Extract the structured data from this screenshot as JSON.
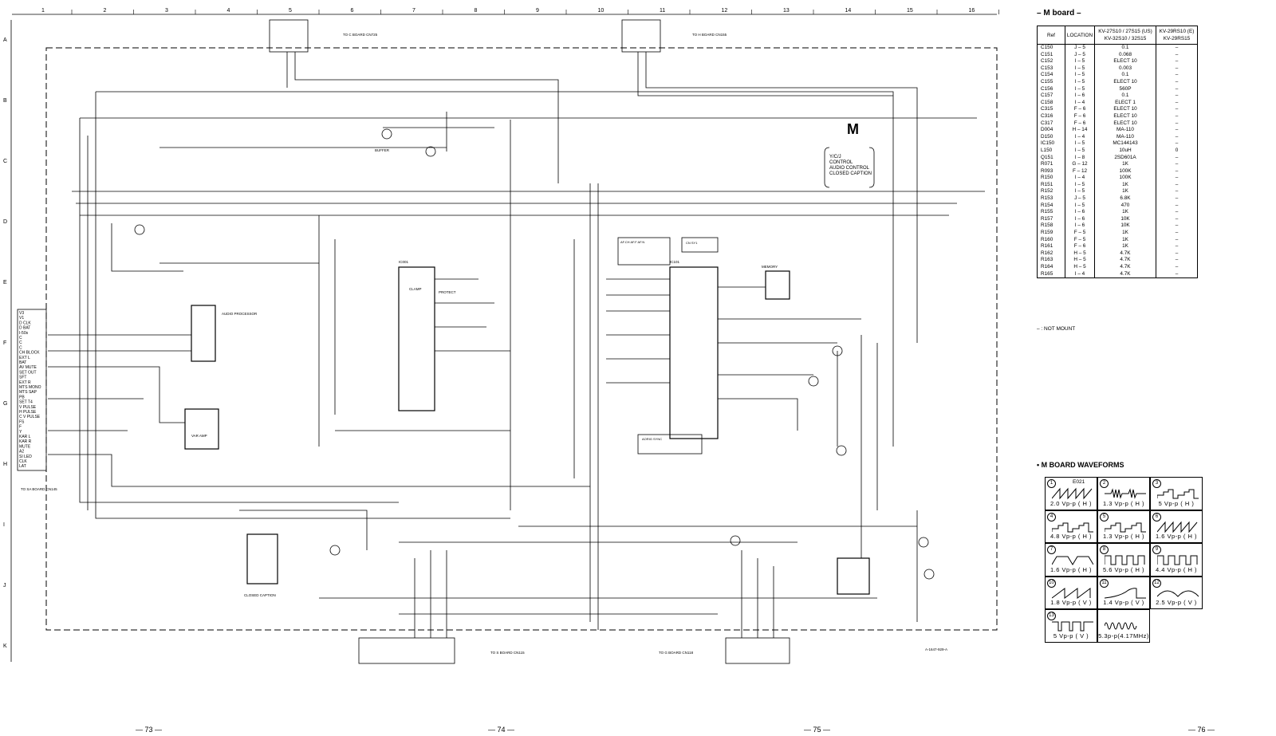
{
  "schematic": {
    "board_letter": "M",
    "function_lines": [
      "Y/C/J",
      "CONTROL",
      "AUDIO CONTROL",
      "CLOSED CAPTION"
    ],
    "column_numbers": [
      "1",
      "2",
      "3",
      "4",
      "5",
      "6",
      "7",
      "8",
      "9",
      "10",
      "11",
      "12",
      "13",
      "14",
      "15",
      "16"
    ],
    "row_letters": [
      "A",
      "B",
      "C",
      "D",
      "E",
      "F",
      "G",
      "H",
      "I",
      "J",
      "K"
    ],
    "connector_notes": {
      "top_left": "TO C BOARD CN725",
      "top_right": "TO H BOARD CN155",
      "left": "TO SA BOARD CN145",
      "bottom_mid": "TO S BOARD CN115",
      "bottom_right": "TO G BOARD CN118"
    },
    "left_connector_pins": [
      "V3",
      "V1",
      "D CLK",
      "D BAT",
      "I-50s",
      "C",
      "C",
      "C",
      "CH BLOCK",
      "EXT L",
      "BAT",
      "AV MUTE",
      "SET OUT",
      "SFT",
      "EXT R",
      "MTS MONO",
      "MTS SAP",
      "PB",
      "SET T4",
      "V PULSE",
      "H PULSE",
      "C V PULSE",
      "FS",
      "F",
      "Y",
      "KAR L",
      "KAR R",
      "MUTE",
      "A2",
      "SI LED",
      "CLK",
      "LAT"
    ],
    "ic_labels": {
      "ic_audio": "AUDIO PROCESSOR",
      "ic_main": "IC001",
      "ic_micro": "IC101",
      "ic_cc": "CLOSED CAPTION",
      "ic_memory": "MEMORY",
      "ic_vamp": "VAR AMP",
      "buffer": "BUFFER",
      "protect": "PROTECT",
      "clamp": "CLAMP"
    },
    "small_tables": {
      "top": "AF.CH  AF.F  AF.N",
      "right": "CN  SY1",
      "bottom": "AORIG  SYNC"
    },
    "bottom_code": "A-1647-929-A"
  },
  "parts_table": {
    "title": "– M board –",
    "headers": [
      "Ref",
      "LOCATION",
      "KV-27S10 / 27S15 (US) KV-32S10 / 32S15",
      "KV-29RS10 (E) KV-29RS15"
    ],
    "rows": [
      [
        "C150",
        "J – 5",
        "0.1",
        "–"
      ],
      [
        "C151",
        "J – 5",
        "0.068",
        "–"
      ],
      [
        "C152",
        "I – 5",
        "ELECT 10",
        "–"
      ],
      [
        "C153",
        "I – 5",
        "0.003",
        "–"
      ],
      [
        "C154",
        "I – 5",
        "0.1",
        "–"
      ],
      [
        "C155",
        "I – 5",
        "ELECT 10",
        "–"
      ],
      [
        "C156",
        "I – 5",
        "560P",
        "–"
      ],
      [
        "C157",
        "I – 6",
        "0.1",
        "–"
      ],
      [
        "C158",
        "I – 4",
        "ELECT 1",
        "–"
      ],
      [
        "C315",
        "F – 6",
        "ELECT 10",
        "–"
      ],
      [
        "C316",
        "F – 6",
        "ELECT 10",
        "–"
      ],
      [
        "C317",
        "F – 6",
        "ELECT 10",
        "–"
      ],
      [
        "D004",
        "H – 14",
        "MA-110",
        "–"
      ],
      [
        "D150",
        "I – 4",
        "MA-110",
        "–"
      ],
      [
        "IC150",
        "I – 5",
        "MC144143",
        "–"
      ],
      [
        "L150",
        "I – 5",
        "10uH",
        "0"
      ],
      [
        "Q151",
        "I – 8",
        "2SD601A",
        "–"
      ],
      [
        "R071",
        "G – 12",
        "1K",
        "–"
      ],
      [
        "R093",
        "F – 12",
        "100K",
        "–"
      ],
      [
        "R150",
        "I – 4",
        "100K",
        "–"
      ],
      [
        "R151",
        "I – 5",
        "1K",
        "–"
      ],
      [
        "R152",
        "I – 5",
        "1K",
        "–"
      ],
      [
        "R153",
        "J – 5",
        "6.8K",
        "–"
      ],
      [
        "R154",
        "I – 5",
        "470",
        "–"
      ],
      [
        "R155",
        "I – 6",
        "1K",
        "–"
      ],
      [
        "R157",
        "I – 6",
        "10K",
        "–"
      ],
      [
        "R158",
        "I – 6",
        "10K",
        "–"
      ],
      [
        "R159",
        "F – 5",
        "1K",
        "–"
      ],
      [
        "R160",
        "F – 5",
        "1K",
        "–"
      ],
      [
        "R161",
        "F – 6",
        "1K",
        "–"
      ],
      [
        "R162",
        "H – 5",
        "4.7K",
        "–"
      ],
      [
        "R163",
        "H – 5",
        "4.7K",
        "–"
      ],
      [
        "R164",
        "H – 5",
        "4.7K",
        "–"
      ],
      [
        "R165",
        "I – 4",
        "4.7K",
        "–"
      ]
    ],
    "note": "– : NOT MOUNT"
  },
  "waveforms": {
    "title": "• M BOARD WAVEFORMS",
    "cells": [
      {
        "num": "1",
        "label": "2.0 Vp-p ( H )",
        "extra": "E021",
        "shape": "saw"
      },
      {
        "num": "2",
        "label": "1.3 Vp-p ( H )",
        "extra": "",
        "shape": "burst"
      },
      {
        "num": "3",
        "label": "5  Vp-p ( H )",
        "extra": "",
        "shape": "stairs"
      },
      {
        "num": "4",
        "label": "4.8 Vp-p ( H )",
        "extra": "",
        "shape": "stairs"
      },
      {
        "num": "5",
        "label": "1.3 Vp-p ( H )",
        "extra": "",
        "shape": "stairs"
      },
      {
        "num": "6",
        "label": "1.6 Vp-p ( H )",
        "extra": "",
        "shape": "saw"
      },
      {
        "num": "7",
        "label": "1.6 Vp-p ( H )",
        "extra": "",
        "shape": "trap"
      },
      {
        "num": "8",
        "label": "5.6 Vp-p ( H )",
        "extra": "",
        "shape": "pulse"
      },
      {
        "num": "9",
        "label": "4.4 Vp-p ( H )",
        "extra": "",
        "shape": "pulse"
      },
      {
        "num": "10",
        "label": "1.8 Vp-p ( V )",
        "extra": "",
        "shape": "ramp"
      },
      {
        "num": "11",
        "label": "1.4 Vp-p ( V )",
        "extra": "",
        "shape": "curve"
      },
      {
        "num": "12",
        "label": "2.5 Vp-p ( V )",
        "extra": "",
        "shape": "arch"
      },
      {
        "num": "13",
        "label": "5  Vp-p ( V )",
        "extra": "",
        "shape": "neg"
      },
      {
        "num": "",
        "label": "5.3p-p(4.17MHz)",
        "extra": "",
        "shape": "sine"
      }
    ]
  },
  "page_numbers": [
    "— 73 —",
    "— 74 —",
    "— 75 —",
    "— 76 —"
  ]
}
